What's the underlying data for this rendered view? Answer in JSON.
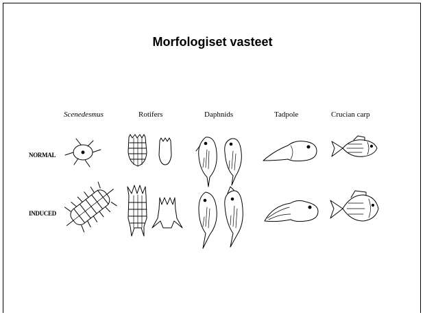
{
  "slide": {
    "title": "Morfologiset vasteet",
    "columns": [
      "Scenedesmus",
      "Rotifers",
      "Daphnids",
      "Tadpole",
      "Crucian carp"
    ],
    "rows": [
      "NORMAL",
      "INDUCED"
    ]
  }
}
